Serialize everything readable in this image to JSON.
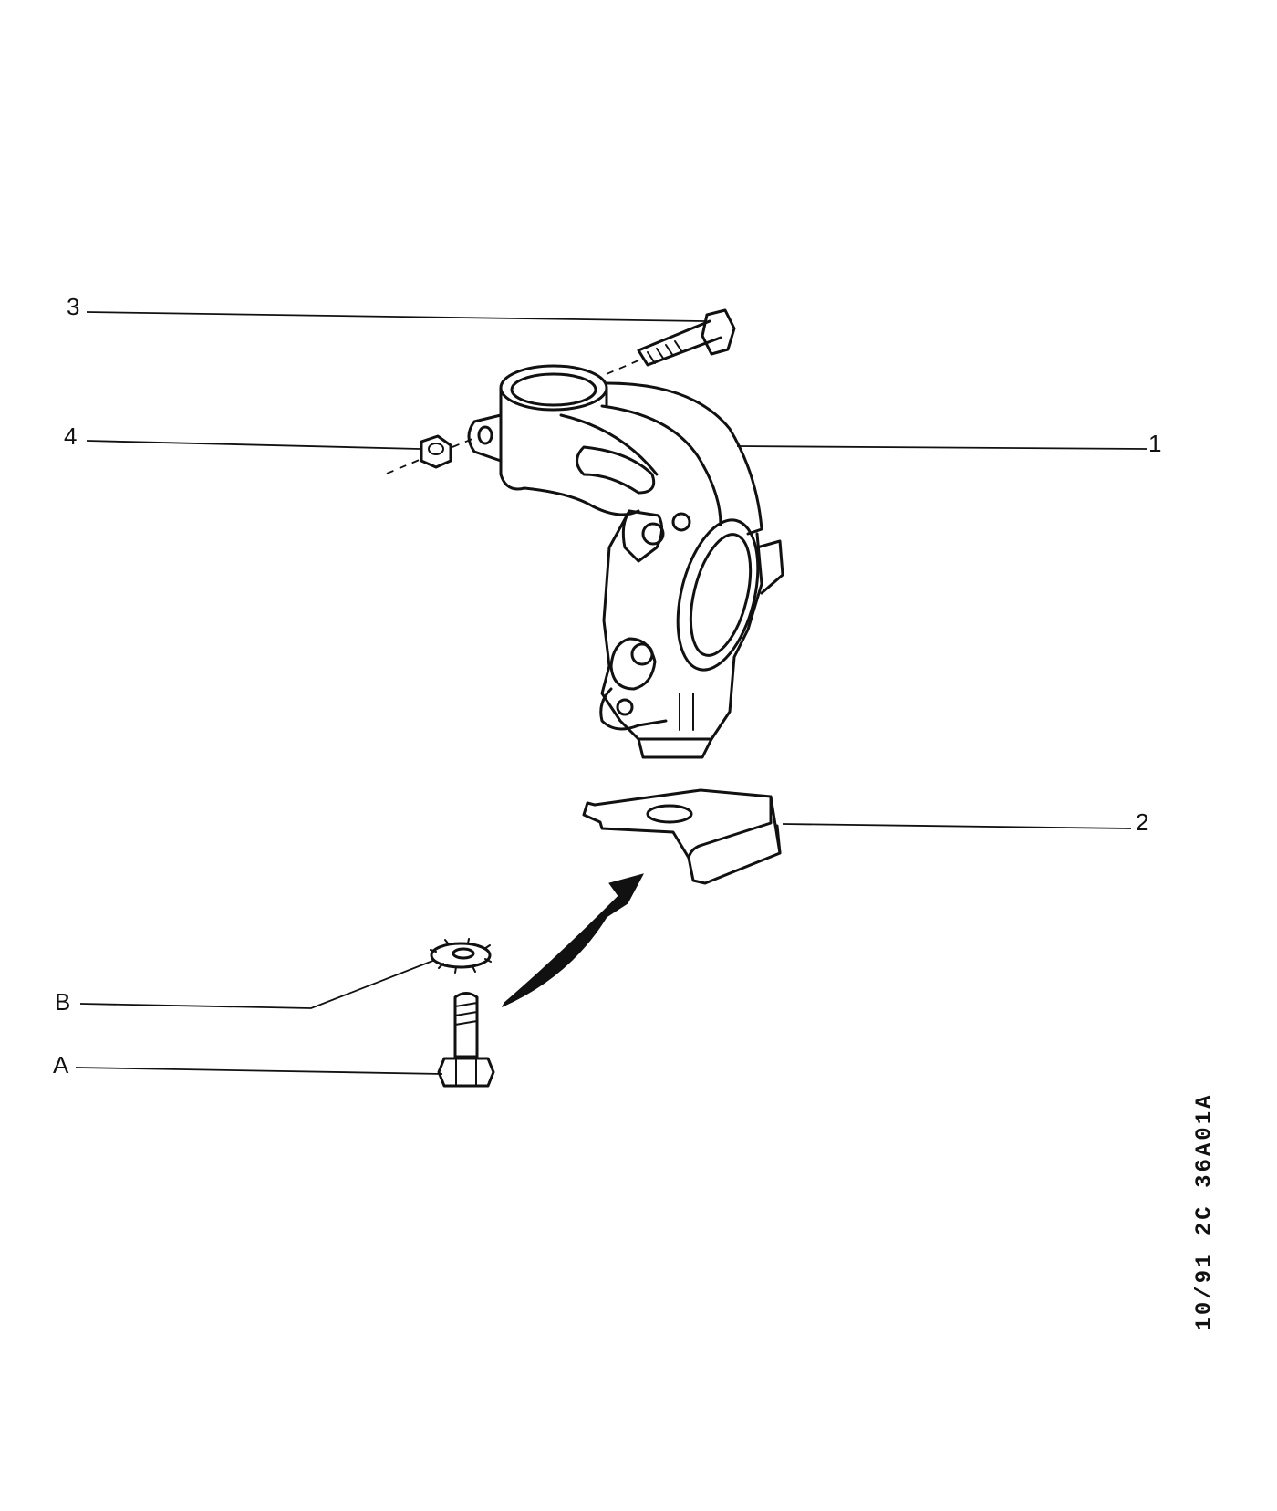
{
  "callouts": {
    "part_1": "1",
    "part_2": "2",
    "part_3": "3",
    "part_4": "4",
    "part_a": "A",
    "part_b": "B"
  },
  "drawing_reference": "10/91  2C  36A01A"
}
